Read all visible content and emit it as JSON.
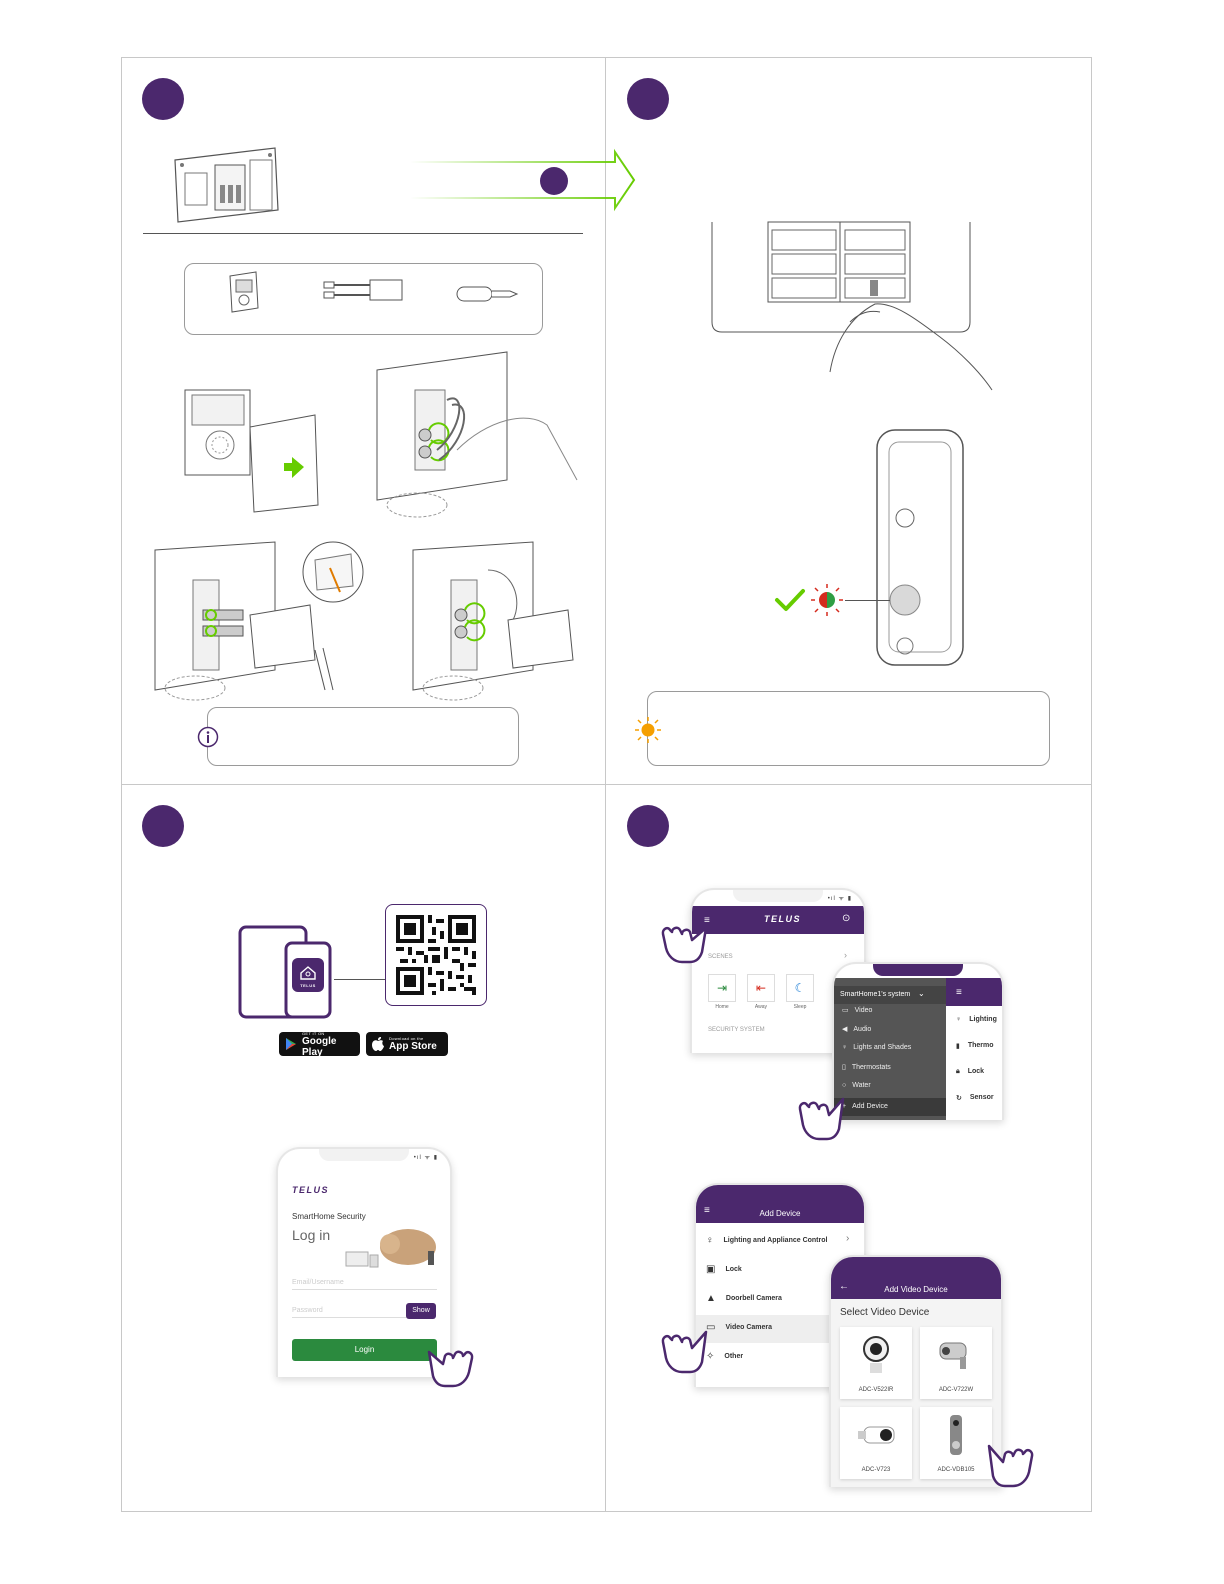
{
  "colors": {
    "brand_purple": "#4b286d",
    "accent_green": "#66cc00",
    "line_gray": "#c8c8c8",
    "led_red": "#d52b1e",
    "led_orange": "#f59f00",
    "login_green": "#2b8a3e"
  },
  "icons": [
    "info-icon",
    "sun-icon",
    "checkmark-icon",
    "hand-pointer-icon",
    "house-app-icon",
    "google-play-icon",
    "apple-icon"
  ],
  "app_icon": {
    "label": "TELUS"
  },
  "stores": {
    "google": {
      "sup": "GET IT ON",
      "name": "Google Play"
    },
    "apple": {
      "sup": "Download on the",
      "name": "App Store"
    }
  },
  "login_screen": {
    "brand": "TELUS",
    "subtitle": "SmartHome Security",
    "heading": "Log in",
    "email_placeholder": "Email/Username",
    "password_placeholder": "Password",
    "show_label": "Show",
    "login_label": "Login"
  },
  "home_screen": {
    "brand": "TELUS",
    "scenes_label": "SCENES",
    "scenes": [
      "Home",
      "Away",
      "Sleep"
    ],
    "security_label": "SECURITY SYSTEM"
  },
  "side_menu": {
    "system_name": "SmartHome1's system",
    "items": [
      "Video",
      "Audio",
      "Lights and Shades",
      "Thermostats",
      "Water",
      "Add Device"
    ]
  },
  "device_tiles": [
    "Lighting",
    "Thermo",
    "Lock",
    "Sensor"
  ],
  "add_device": {
    "title": "Add Device",
    "items": [
      "Lighting and Appliance Control",
      "Lock",
      "Doorbell Camera",
      "Video Camera",
      "Other"
    ]
  },
  "add_video_device": {
    "title": "Add Video Device",
    "heading": "Select Video Device",
    "devices": [
      "ADC-V522IR",
      "ADC-V722W",
      "ADC-V723",
      "ADC-VDB105"
    ]
  }
}
